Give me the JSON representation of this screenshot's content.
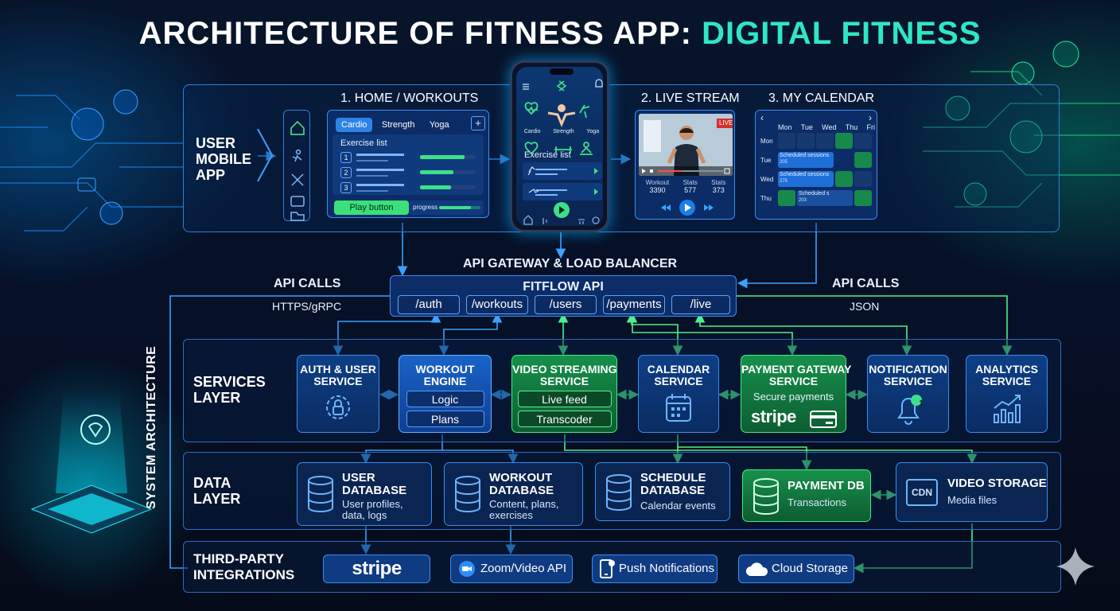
{
  "title": {
    "main": "ARCHITECTURE OF FITNESS APP: ",
    "accent": "DIGITAL FITNESS"
  },
  "user_app": {
    "label": "USER\nMOBILE\nAPP",
    "home": {
      "heading": "1. HOME / WORKOUTS",
      "tabs": [
        "Cardio",
        "Strength",
        "Yoga"
      ],
      "add": "+",
      "list_title": "Exercise list",
      "rows": [
        "1",
        "2",
        "3"
      ],
      "row_fills": [
        0.8,
        0.6,
        0.55
      ],
      "play_button": "Play button",
      "progress_label": "progress"
    },
    "phone": {
      "categories": [
        "Cardio",
        "Strength",
        "Yoga"
      ],
      "list_title": "Exercise list"
    },
    "live": {
      "heading": "2. LIVE STREAM",
      "badge": "LIVE",
      "stats": [
        {
          "label": "Workout",
          "value": "3390"
        },
        {
          "label": "Stats",
          "value": "577"
        },
        {
          "label": "Stats",
          "value": "373"
        }
      ]
    },
    "calendar": {
      "heading": "3. MY CALENDAR",
      "nav_prev": "‹",
      "nav_next": "›",
      "days": [
        "Mon",
        "Tue",
        "Wed",
        "Thu",
        "Fri"
      ],
      "rows": [
        "Mon",
        "Tue",
        "Wed",
        "Thu"
      ],
      "events": [
        {
          "title": "Scheduled sessions",
          "sub": "205"
        },
        {
          "title": "Scheduled sessions",
          "sub": "275"
        },
        {
          "title": "Scheduled s",
          "sub": "203"
        }
      ]
    }
  },
  "gateway": {
    "heading": "API GATEWAY & LOAD BALANCER",
    "name": "FITFLOW API",
    "endpoints": [
      "/auth",
      "/workouts",
      "/users",
      "/payments",
      "/live"
    ],
    "left_calls": "API CALLS",
    "left_proto": "HTTPS/gRPC",
    "right_calls": "API CALLS",
    "right_proto": "JSON"
  },
  "system_label": "SYSTEM ARCHITECTURE",
  "services": {
    "label": "SERVICES\nLAYER",
    "auth": {
      "title": "AUTH & USER\nSERVICE"
    },
    "workout": {
      "title": "WORKOUT\nENGINE",
      "chips": [
        "Logic",
        "Plans"
      ]
    },
    "video": {
      "title": "VIDEO STREAMING\nSERVICE",
      "chips": [
        "Live feed",
        "Transcoder"
      ]
    },
    "calendar": {
      "title": "CALENDAR\nSERVICE"
    },
    "payment": {
      "title": "PAYMENT GATEWAY\nSERVICE",
      "sub": "Secure payments",
      "brand": "stripe"
    },
    "notification": {
      "title": "NOTIFICATION\nSERVICE",
      "badge": "1"
    },
    "analytics": {
      "title": "ANALYTICS\nSERVICE"
    }
  },
  "data": {
    "label": "DATA\nLAYER",
    "user_db": {
      "title": "USER\nDATABASE",
      "sub": "User profiles,\ndata, logs"
    },
    "workout_db": {
      "title": "WORKOUT\nDATABASE",
      "sub": "Content, plans,\nexercises"
    },
    "schedule_db": {
      "title": "SCHEDULE\nDATABASE",
      "sub": "Calendar events"
    },
    "payment_db": {
      "title": "PAYMENT DB",
      "sub": "Transactions"
    },
    "video_storage": {
      "title": "VIDEO STORAGE",
      "sub": "Media files",
      "icon_text": "CDN"
    }
  },
  "third_party": {
    "label": "THIRD-PARTY\nINTEGRATIONS",
    "items": [
      "stripe",
      "Zoom/Video API",
      "Push Notifications",
      "Cloud Storage"
    ]
  },
  "colors": {
    "accent": "#2ee6c8",
    "blue": "#3a8ef0",
    "green": "#3cf07d",
    "line_blue": "#3aa2ff",
    "line_green": "#4ef08c"
  }
}
